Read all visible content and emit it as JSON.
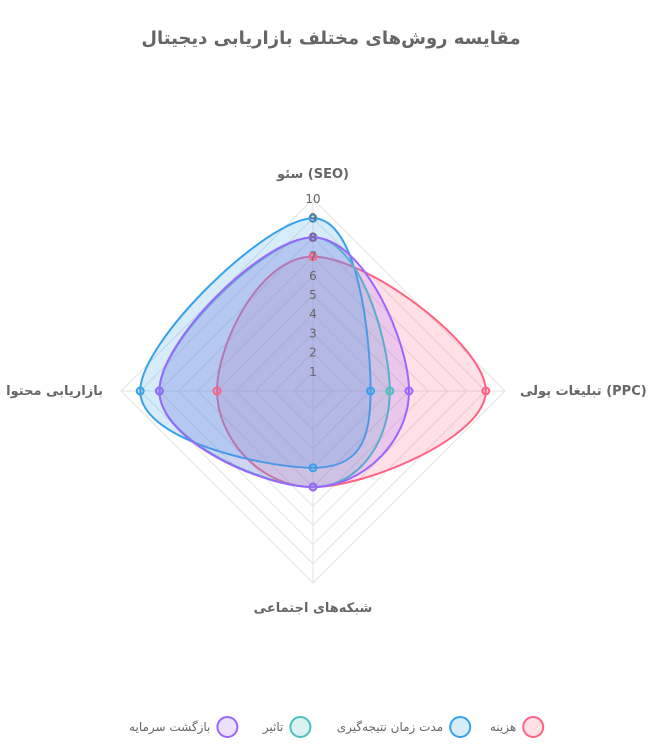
{
  "chart_data": {
    "type": "radar",
    "title": "مقایسه روش‌های مختلف بازاریابی دیجیتال",
    "categories": [
      "سئو (SEO)",
      "تبلیغات پولی (PPC)",
      "شبکه‌های اجتماعی",
      "بازاریابی محتوا"
    ],
    "rlim": [
      0,
      10
    ],
    "ticks": [
      "1",
      "2",
      "3",
      "4",
      "5",
      "6",
      "7",
      "8",
      "9",
      "10"
    ],
    "series": [
      {
        "name": "هزینه",
        "values": [
          7,
          9,
          5,
          5
        ],
        "color": "#ff6384"
      },
      {
        "name": "مدت زمان نتیجه‌گیری",
        "values": [
          9,
          3,
          4,
          9
        ],
        "color": "#36a2eb"
      },
      {
        "name": "تاثیر",
        "values": [
          8,
          4,
          5,
          8
        ],
        "color": "#4bc0c0"
      },
      {
        "name": "بازگشت سرمایه",
        "values": [
          8,
          5,
          5,
          8
        ],
        "color": "#9966ff"
      }
    ],
    "legend_position": "bottom",
    "grid": true
  }
}
